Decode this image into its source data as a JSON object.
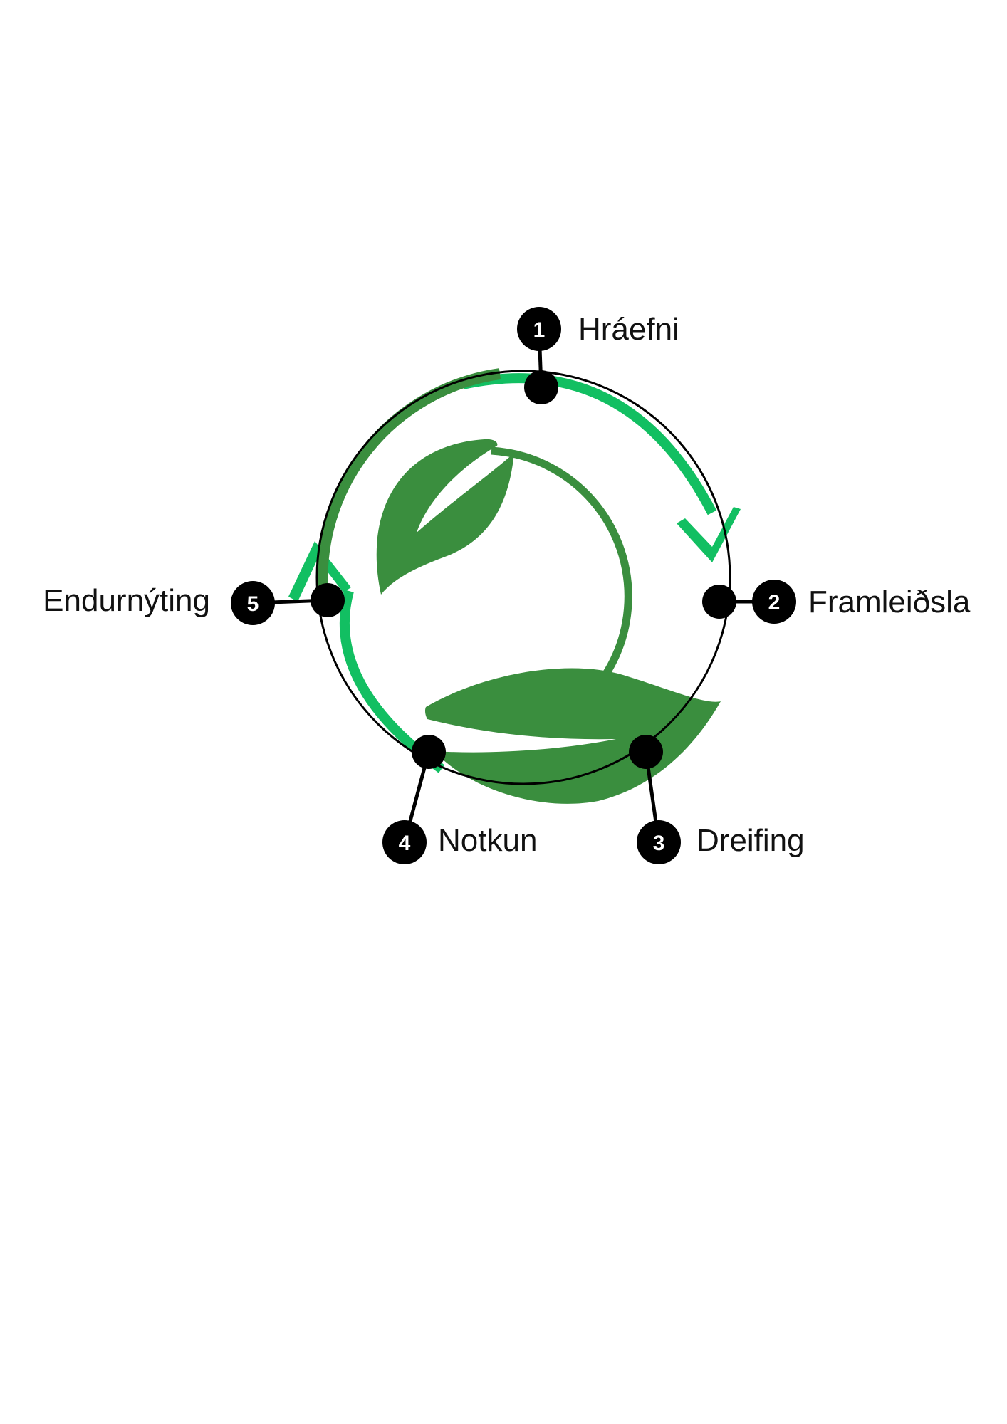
{
  "colors": {
    "leaf_dark": "#3a8e3e",
    "arrow_bright": "#12bf62",
    "ring_outline": "#000000",
    "marker": "#000000",
    "marker_text": "#ffffff",
    "label_text": "#111111",
    "background": "#ffffff"
  },
  "logo": {
    "icon": "leaf-cycle-icon"
  },
  "stages": [
    {
      "number": "1",
      "label": "Hráefni"
    },
    {
      "number": "2",
      "label": "Framleiðsla"
    },
    {
      "number": "3",
      "label": "Dreifing"
    },
    {
      "number": "4",
      "label": "Notkun"
    },
    {
      "number": "5",
      "label": "Endurnýting"
    }
  ]
}
